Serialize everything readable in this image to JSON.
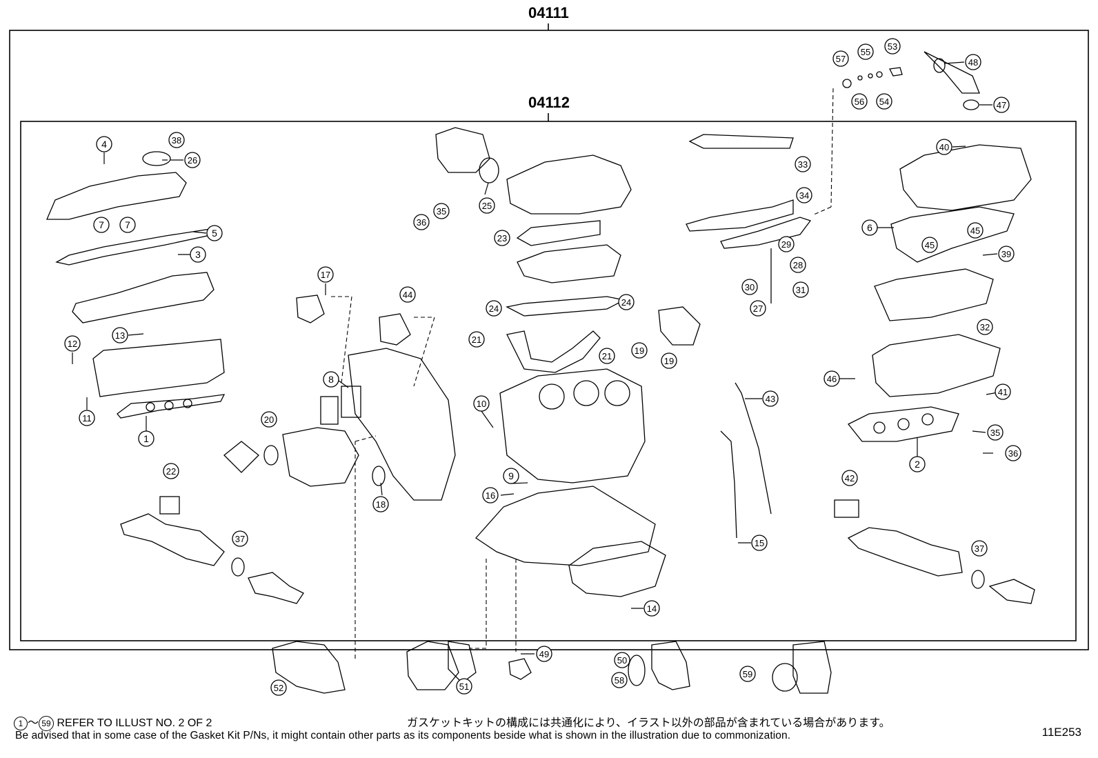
{
  "header": {
    "outer_kit_code": "04111",
    "inner_kit_code": "04112"
  },
  "callouts": [
    {
      "label": "1"
    },
    {
      "label": "2"
    },
    {
      "label": "3"
    },
    {
      "label": "4"
    },
    {
      "label": "5"
    },
    {
      "label": "6"
    },
    {
      "label": "7"
    },
    {
      "label": "7"
    },
    {
      "label": "8"
    },
    {
      "label": "9"
    },
    {
      "label": "10"
    },
    {
      "label": "11"
    },
    {
      "label": "12"
    },
    {
      "label": "13"
    },
    {
      "label": "14"
    },
    {
      "label": "15"
    },
    {
      "label": "16"
    },
    {
      "label": "17"
    },
    {
      "label": "18"
    },
    {
      "label": "19"
    },
    {
      "label": "19"
    },
    {
      "label": "20"
    },
    {
      "label": "21"
    },
    {
      "label": "21"
    },
    {
      "label": "22"
    },
    {
      "label": "23"
    },
    {
      "label": "24"
    },
    {
      "label": "24"
    },
    {
      "label": "25"
    },
    {
      "label": "26"
    },
    {
      "label": "27"
    },
    {
      "label": "28"
    },
    {
      "label": "29"
    },
    {
      "label": "30"
    },
    {
      "label": "31"
    },
    {
      "label": "32"
    },
    {
      "label": "33"
    },
    {
      "label": "34"
    },
    {
      "label": "35"
    },
    {
      "label": "35"
    },
    {
      "label": "36"
    },
    {
      "label": "36"
    },
    {
      "label": "37"
    },
    {
      "label": "37"
    },
    {
      "label": "38"
    },
    {
      "label": "39"
    },
    {
      "label": "40"
    },
    {
      "label": "41"
    },
    {
      "label": "42"
    },
    {
      "label": "43"
    },
    {
      "label": "44"
    },
    {
      "label": "45"
    },
    {
      "label": "45"
    },
    {
      "label": "46"
    },
    {
      "label": "47"
    },
    {
      "label": "48"
    },
    {
      "label": "49"
    },
    {
      "label": "50"
    },
    {
      "label": "51"
    },
    {
      "label": "52"
    },
    {
      "label": "53"
    },
    {
      "label": "54"
    },
    {
      "label": "55"
    },
    {
      "label": "56"
    },
    {
      "label": "57"
    },
    {
      "label": "58"
    },
    {
      "label": "59"
    }
  ],
  "footer": {
    "range_start": "1",
    "range_sep": "～",
    "range_end": "59",
    "refer_text": "REFER TO ILLUST NO. 2 OF 2",
    "japanese_note": "ガスケットキットの構成には共通化により、イラスト以外の部品が含まれている場合があります。",
    "english_note": "Be advised that in some case of the Gasket Kit P/Ns,  it might contain other parts as its components beside what is shown in the illustration due to commonization.",
    "illustration_id": "11E253"
  }
}
